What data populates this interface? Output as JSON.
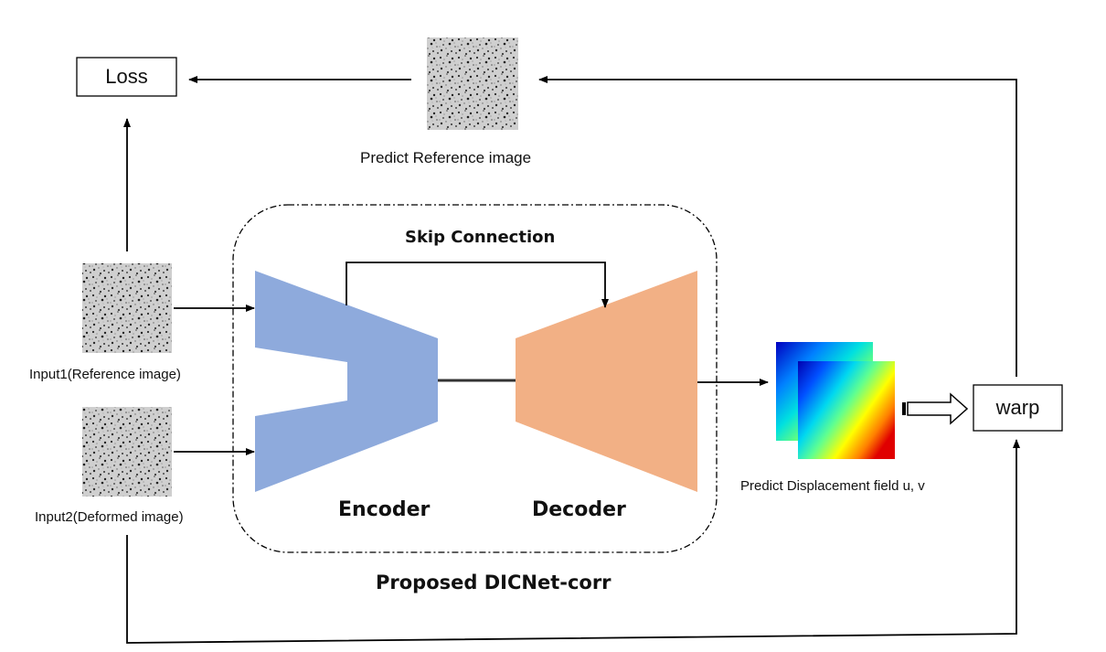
{
  "nodes": {
    "loss": "Loss",
    "warp": "warp"
  },
  "captions": {
    "predict_reference": "Predict Reference image",
    "input1": "Input1(Reference image)",
    "input2": "Input2(Deformed image)",
    "predict_displacement": "Predict Displacement field u, v"
  },
  "network": {
    "skip_connection": "Skip Connection",
    "encoder": "Encoder",
    "decoder": "Decoder",
    "model_name": "Proposed DICNet-corr"
  },
  "colors": {
    "encoder": "#8eaadc",
    "decoder": "#f2b085",
    "arrow": "#000000",
    "speckle_bg": "#c8c8c8",
    "speckle_dot": "#2a2a2a"
  },
  "icons": {
    "speckle_images": "speckle-image-icon",
    "displacement_field": "displacement-field-icon",
    "hollow_arrow": "hollow-arrow-icon"
  }
}
